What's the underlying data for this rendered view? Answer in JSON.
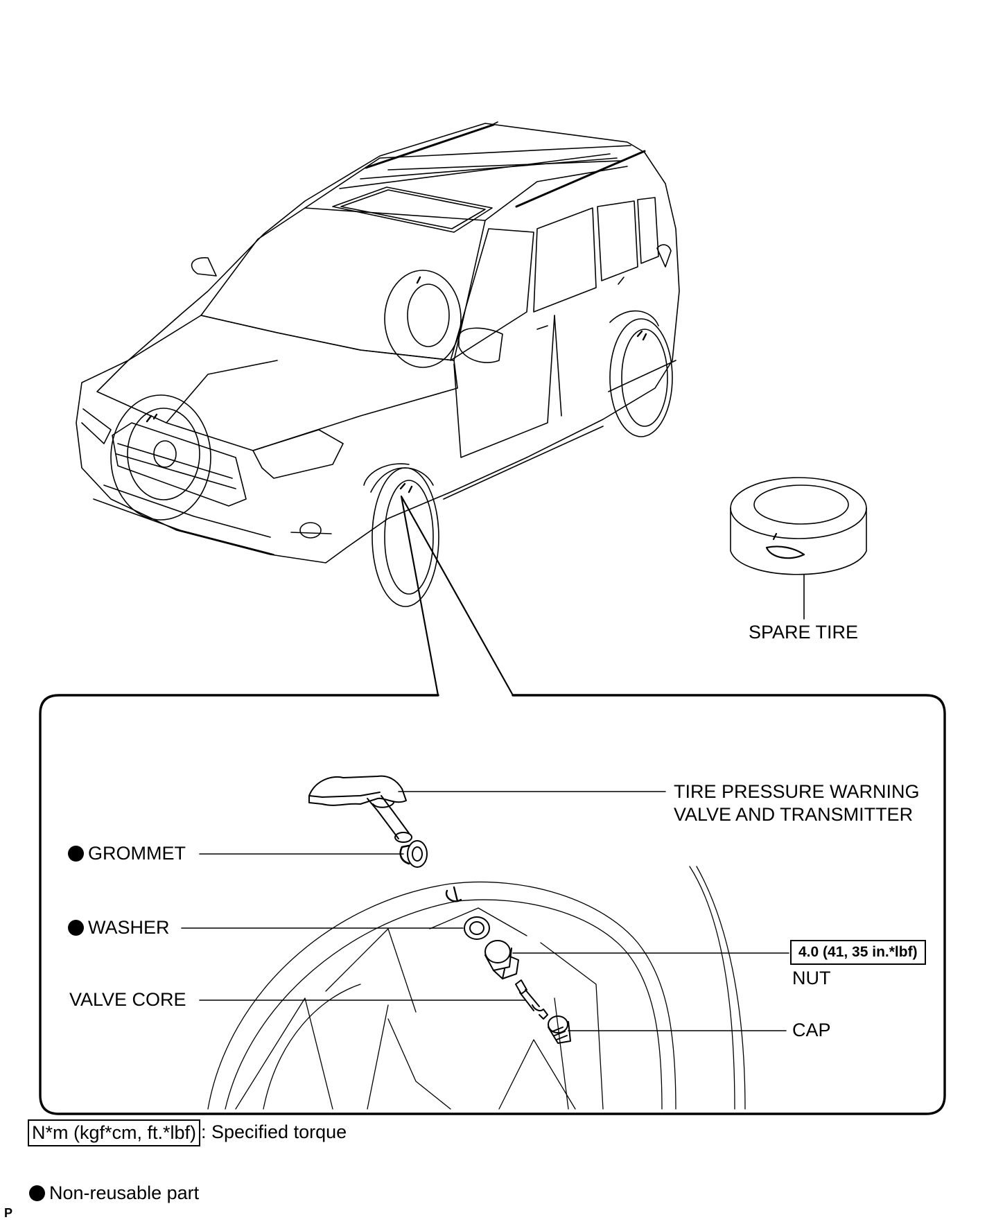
{
  "labels": {
    "spare_tire": "SPARE TIRE",
    "transmitter_line1": "TIRE PRESSURE WARNING",
    "transmitter_line2": "VALVE AND TRANSMITTER",
    "grommet": "GROMMET",
    "washer": "WASHER",
    "valve_core": "VALVE CORE",
    "nut": "NUT",
    "cap": "CAP"
  },
  "torque": {
    "nut_spec": "4.0 (41, 35 in.*lbf)"
  },
  "legend": {
    "torque_unit": "N*m (kgf*cm, ft.*lbf)",
    "torque_desc": ": Specified torque",
    "non_reusable": "Non-reusable part"
  },
  "page_code": "P"
}
